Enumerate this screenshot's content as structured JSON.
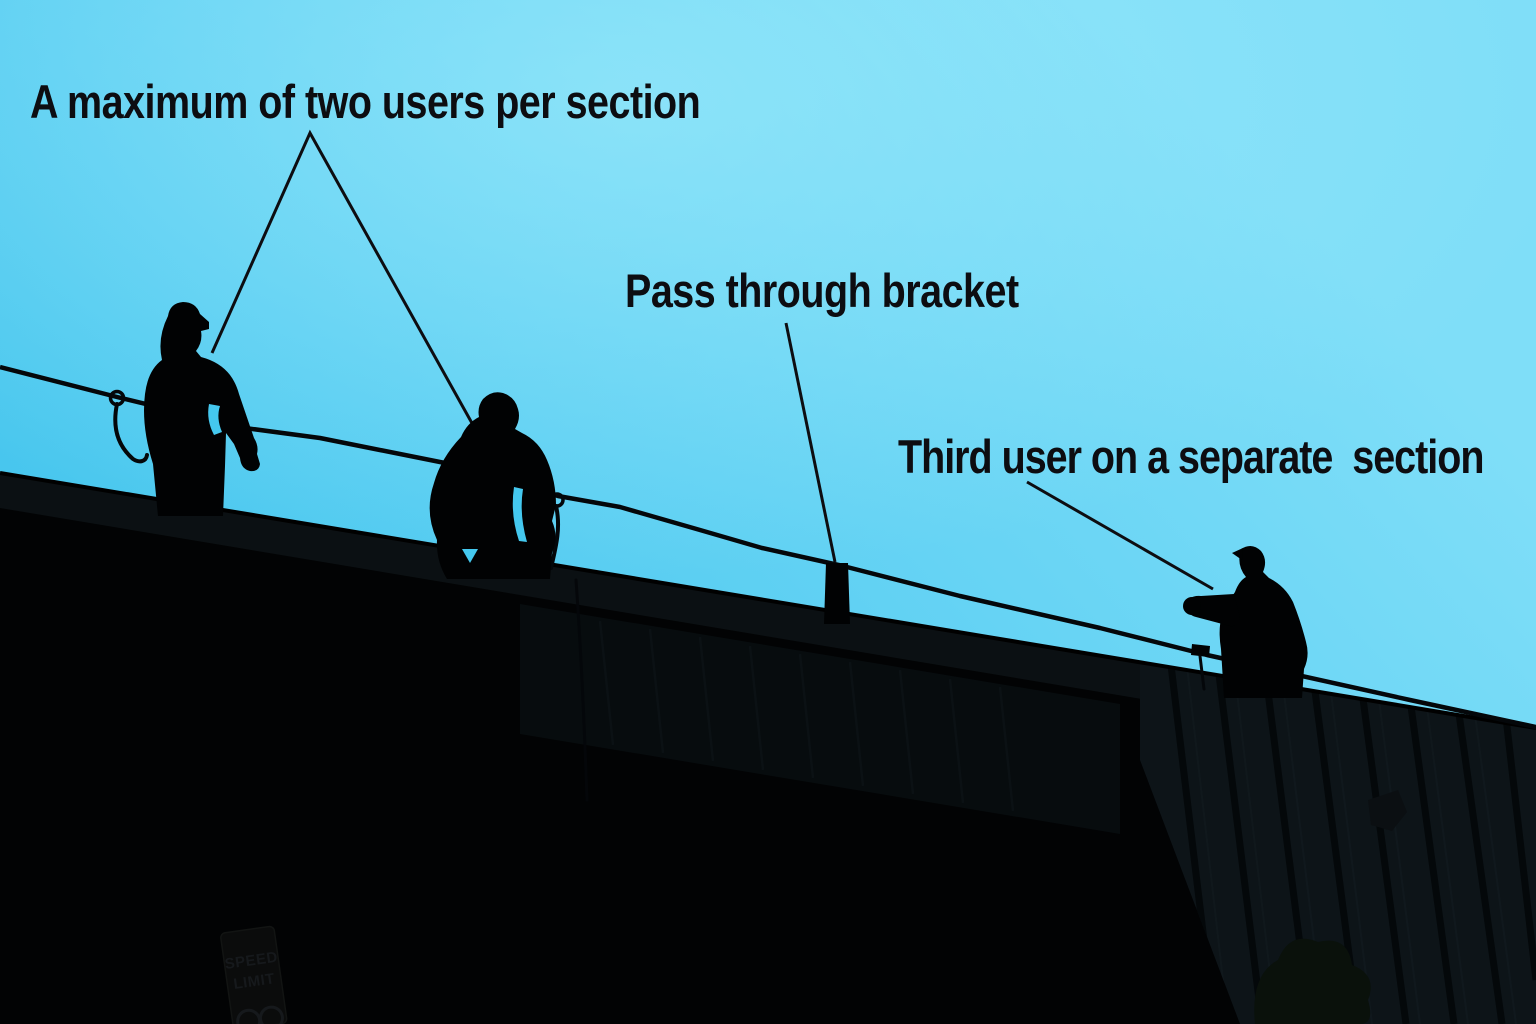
{
  "scene": {
    "labels": {
      "max_users": "A maximum of two users per section",
      "pass_through": "Pass through bracket",
      "third_user": "Third user on a separate  section"
    },
    "speed_sign": {
      "line1": "SPEED",
      "line2": "LIMIT"
    }
  },
  "colors": {
    "sky_top": "#7fdef8",
    "sky_mid": "#55ccf1",
    "sky_deep": "#37bfe9",
    "sky_glow": "#9ceafb",
    "sky_notch": "#44c8ef",
    "ink": "#0d0d11",
    "cable": "#04070a",
    "silhouette": "#010203",
    "wall": "#020304",
    "parapet": "#0b1013",
    "fascia": "#070c0e",
    "seam": "#0b1114",
    "wall_right": "#0d1418",
    "panel_dark": "#04080a",
    "panel_light": "#141d22",
    "lamp": "#0b0f12",
    "foliage": "#0a110b",
    "sign_face": "#0b0c0c",
    "sign_text": "#16191c"
  }
}
